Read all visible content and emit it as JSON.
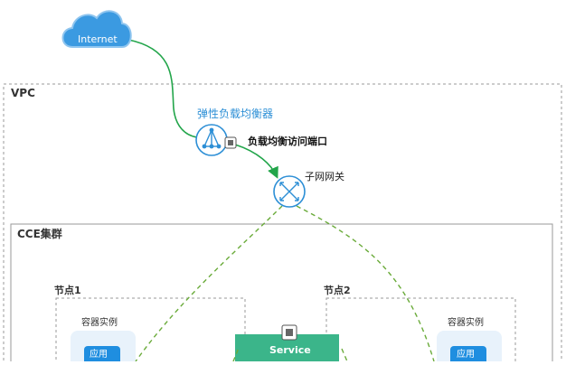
{
  "internet": {
    "label": "Internet"
  },
  "vpc": {
    "label": "VPC"
  },
  "elb": {
    "label": "弹性负载均衡器",
    "port_label": "负载均衡访问端口"
  },
  "subnet_gateway": {
    "label": "子网网关"
  },
  "cluster": {
    "label": "CCE集群"
  },
  "nodes": [
    {
      "label": "节点1",
      "container_label": "容器实例",
      "app_label": "应用"
    },
    {
      "label": "节点2",
      "container_label": "容器实例",
      "app_label": "应用"
    }
  ],
  "service": {
    "label": "Service"
  },
  "colors": {
    "internet_blue": "#3b9ae1",
    "label_blue": "#2d8fd6",
    "solid_link_green": "#22a54a",
    "dashed_link_green": "#6aab3a",
    "service_green": "#3bb58a",
    "container_bg": "#e8f2fb",
    "app_blue": "#1f8ee0"
  }
}
